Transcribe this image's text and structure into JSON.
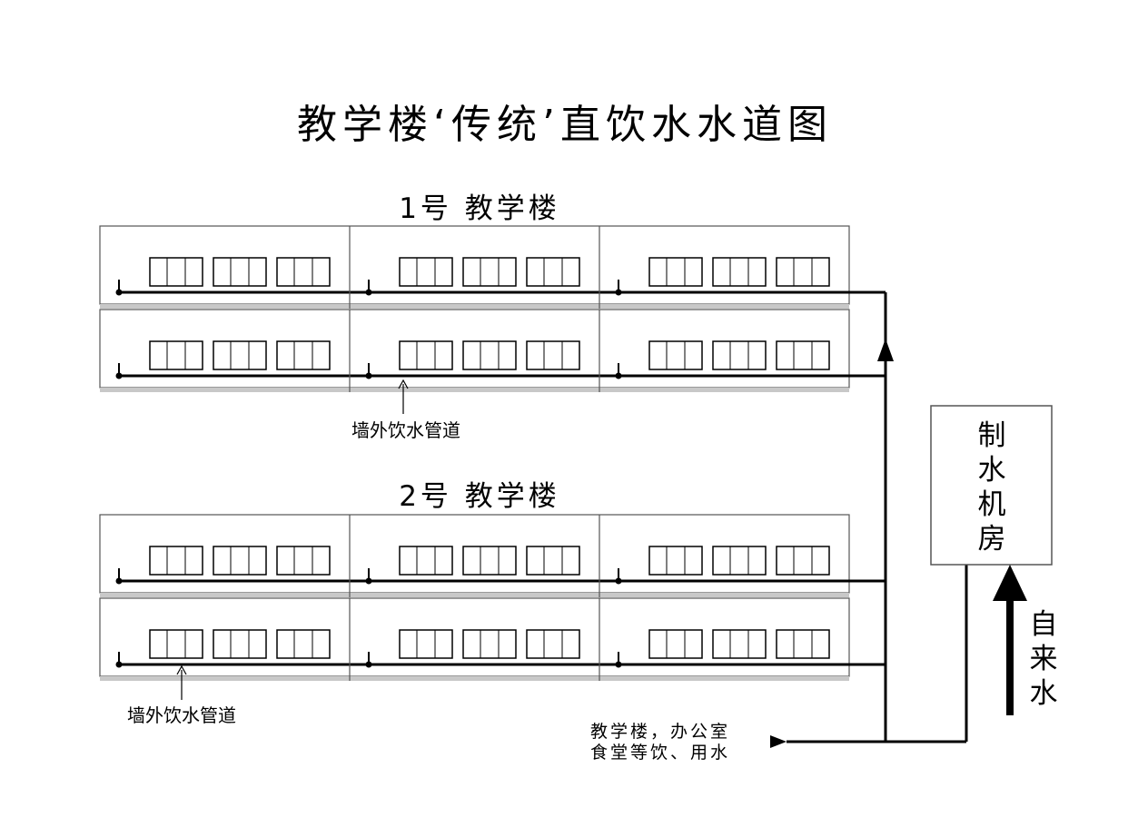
{
  "title": "教学楼‘传统’直饮水水道图",
  "buildings": [
    {
      "label": "1号 教学楼",
      "floors": 2,
      "rooms_per_floor": 3,
      "windows_per_room": 3,
      "annotation": "墙外饮水管道"
    },
    {
      "label": "2号 教学楼",
      "floors": 2,
      "rooms_per_floor": 3,
      "windows_per_room": 3,
      "annotation": "墙外饮水管道"
    }
  ],
  "plant_room": {
    "label": "制水机房"
  },
  "tap_water": {
    "label": "自来水"
  },
  "outlet": {
    "line1": "教学楼，办公室",
    "line2": "食堂等饮、用水"
  },
  "colors": {
    "line": "#000000",
    "outline": "#555555",
    "floor_strip": "#c8c8c8",
    "background": "#ffffff"
  }
}
